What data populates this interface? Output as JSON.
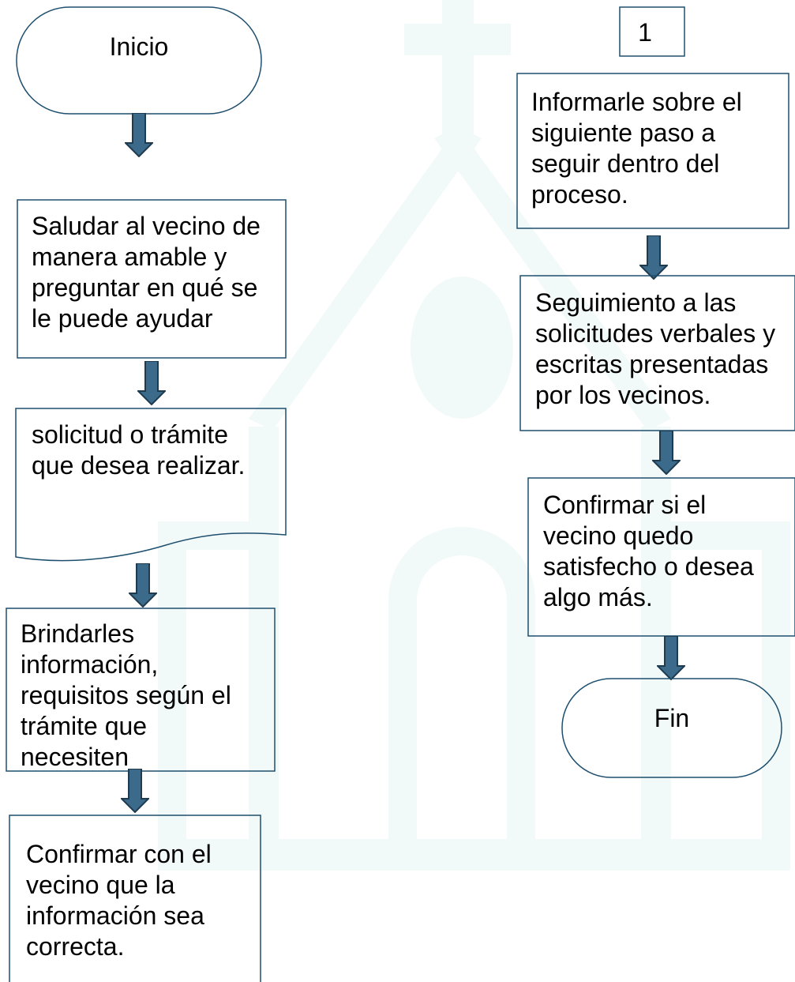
{
  "diagram": {
    "nodes": {
      "start": {
        "label": "Inicio"
      },
      "greet": {
        "lines": [
          "Saludar al vecino de",
          "manera amable y",
          "preguntar en qué se",
          "le puede ayudar"
        ]
      },
      "request_doc": {
        "lines": [
          "solicitud o trámite",
          "que desea realizar."
        ]
      },
      "inform": {
        "lines": [
          "Brindarles",
          "información,",
          "requisitos según el",
          "trámite que",
          "necesiten"
        ]
      },
      "confirm_info": {
        "lines": [
          "Confirmar con el",
          "vecino que la",
          "información sea",
          "correcta."
        ]
      },
      "connector": {
        "label": "1"
      },
      "next_step": {
        "lines": [
          "Informarle sobre el",
          "siguiente paso a",
          "seguir dentro del",
          "proceso."
        ]
      },
      "followup": {
        "lines": [
          "Seguimiento a las",
          "solicitudes verbales y",
          "escritas presentadas",
          "por los vecinos."
        ]
      },
      "confirm_satisfied": {
        "lines": [
          "Confirmar si el",
          "vecino quedo",
          "satisfecho o desea",
          "algo más."
        ]
      },
      "end": {
        "label": "Fin"
      }
    }
  },
  "colors": {
    "arrow_fill": "#3b6a8a",
    "arrow_stroke": "#1f3b4f",
    "shape_stroke": "#1e4f6e",
    "watermark": "#f1f9f9",
    "text": "#000000"
  },
  "watermark_icon": "church-icon"
}
